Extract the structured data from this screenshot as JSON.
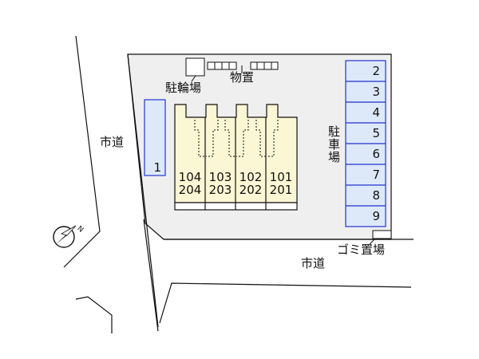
{
  "labels": {
    "city_road_left": "市道",
    "city_road_bottom": "市道",
    "bicycle_parking": "駐輪場",
    "storage": "物置",
    "parking": "駐車場",
    "garbage": "ゴミ置場"
  },
  "parking_left": {
    "number": "1"
  },
  "parking_right": {
    "numbers": [
      "2",
      "3",
      "4",
      "5",
      "6",
      "7",
      "8",
      "9"
    ]
  },
  "units": [
    {
      "upper": "104",
      "lower": "204"
    },
    {
      "upper": "103",
      "lower": "203"
    },
    {
      "upper": "102",
      "lower": "202"
    },
    {
      "upper": "101",
      "lower": "201"
    }
  ],
  "compass": {
    "symbol": "N"
  },
  "colors": {
    "lot": "#efefef",
    "building": "#fbf6d4",
    "parking_fill": "#dde9f9",
    "parking_stroke": "#2233cc",
    "line": "#111111"
  }
}
